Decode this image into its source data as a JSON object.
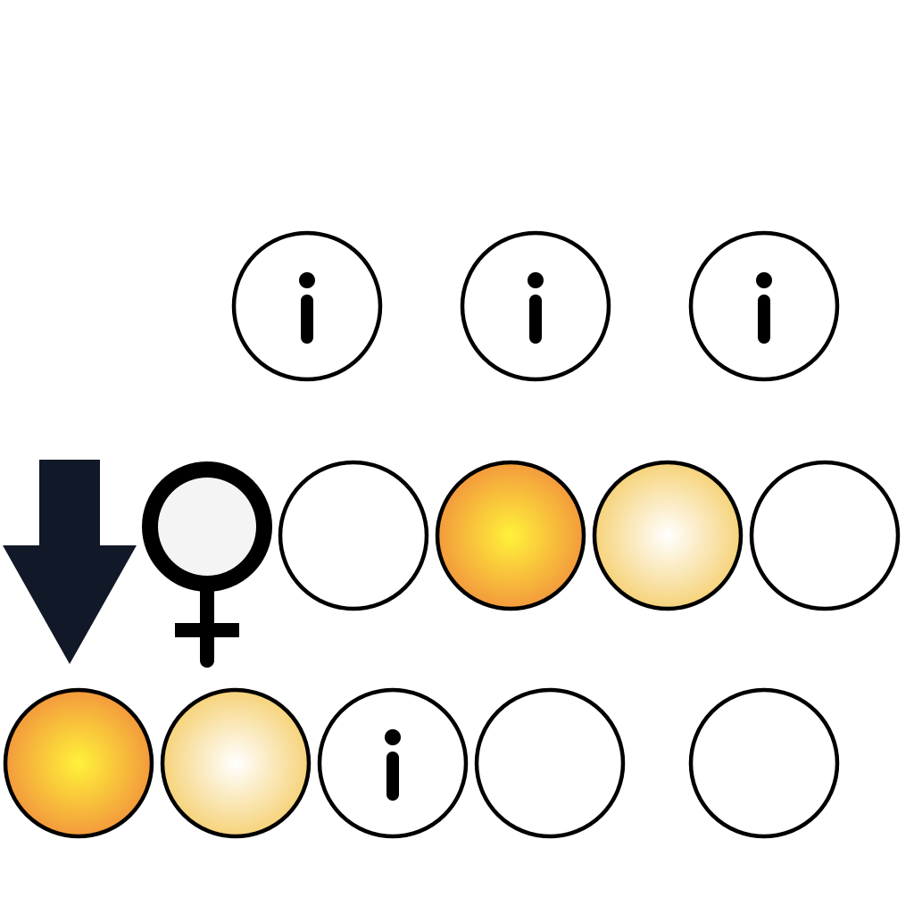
{
  "colors": {
    "outline": "#000000",
    "background": "#ffffff",
    "empty_fill": "#ffffff",
    "venus_fill": "#f4f4f4",
    "arrow_fill": "#111827",
    "orange_center": "#fff23a",
    "orange_edge": "#f39a3c",
    "cream_center": "#ffffff",
    "cream_edge": "#f6d37a"
  },
  "board": {
    "rows": [
      {
        "row": "top",
        "cells": [
          {
            "col": 1,
            "type": "info",
            "icon": "info-icon"
          },
          {
            "col": 2,
            "type": "info",
            "icon": "info-icon"
          },
          {
            "col": 3,
            "type": "info",
            "icon": "info-icon"
          }
        ]
      },
      {
        "row": "middle",
        "cells": [
          {
            "col": 0,
            "type": "arrow",
            "icon": "arrow-down-icon"
          },
          {
            "col": 1,
            "type": "venus",
            "icon": "female-symbol-icon"
          },
          {
            "col": 2,
            "type": "empty"
          },
          {
            "col": 3,
            "type": "orange"
          },
          {
            "col": 4,
            "type": "cream"
          },
          {
            "col": 5,
            "type": "empty"
          }
        ]
      },
      {
        "row": "bottom",
        "cells": [
          {
            "col": 0,
            "type": "orange"
          },
          {
            "col": 1,
            "type": "cream"
          },
          {
            "col": 2,
            "type": "info",
            "icon": "info-icon"
          },
          {
            "col": 3,
            "type": "empty"
          },
          {
            "col": 4,
            "type": "empty"
          }
        ]
      }
    ]
  }
}
